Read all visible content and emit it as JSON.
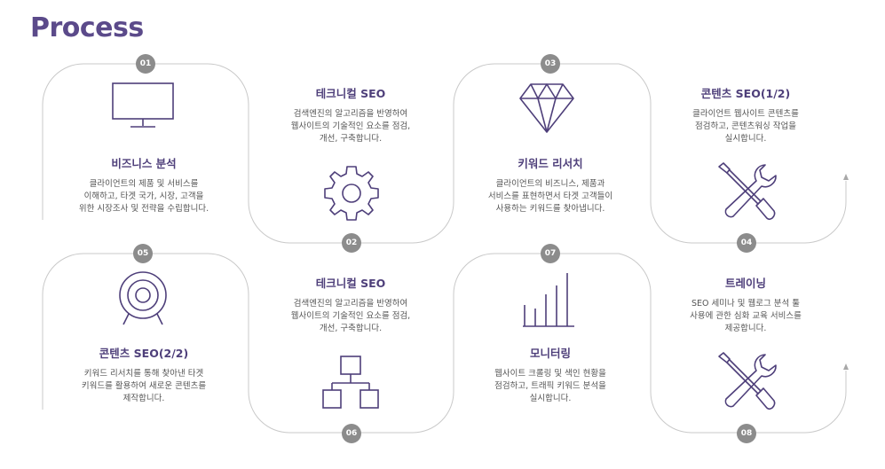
{
  "title": "Process",
  "colors": {
    "accent": "#5b4a8a",
    "icon": "#4e3f7a",
    "line": "#c9c9c9",
    "badge": "#8c8c8c"
  },
  "steps": [
    {
      "num": "01",
      "title": "비즈니스 분석",
      "desc": "클라이언트의 제품 및 서비스를\n이해하고, 타겟 국가, 시장, 고객을\n위한 시장조사 및 전략을 수립합니다.",
      "icon": "monitor-icon"
    },
    {
      "num": "02",
      "title": "테크니컬 SEO",
      "desc": "검색엔진의 알고리즘을 반영하여\n웹사이트의 기술적인 요소를 점검,\n개선, 구축합니다.",
      "icon": "gear-icon"
    },
    {
      "num": "03",
      "title": "키워드 리서치",
      "desc": "클라이언트의 비즈니스, 제품과\n서비스를 표현하면서 타겟 고객들이\n사용하는 키워드를 찾아냅니다.",
      "icon": "diamond-icon"
    },
    {
      "num": "04",
      "title": "콘텐츠 SEO(1/2)",
      "desc": "클라이언트 웹사이트 콘텐츠를\n점검하고, 콘텐츠워싱 작업을\n실시합니다.",
      "icon": "tools-icon"
    },
    {
      "num": "05",
      "title": "콘텐츠 SEO(2/2)",
      "desc": "키워드 리서치를 통해 찾아낸 타겟\n키워드를 활용하여 새로운 콘텐츠를\n제작합니다.",
      "icon": "target-icon"
    },
    {
      "num": "06",
      "title": "테크니컬 SEO",
      "desc": "검색엔진의 알고리즘을 반영하여\n웹사이트의 기술적인 요소를 점검,\n개선, 구축합니다.",
      "icon": "sitemap-icon"
    },
    {
      "num": "07",
      "title": "모니터링",
      "desc": "웹사이트 크롤링 및 색인 현황을\n점검하고, 트래픽 키워드 분석을\n실시합니다.",
      "icon": "bar-chart-icon"
    },
    {
      "num": "08",
      "title": "트레이닝",
      "desc": "SEO 세미나 및 웹로그 분석 툴\n사용에 관한 심화 교육 서비스를\n제공합니다.",
      "icon": "tools-icon"
    }
  ]
}
